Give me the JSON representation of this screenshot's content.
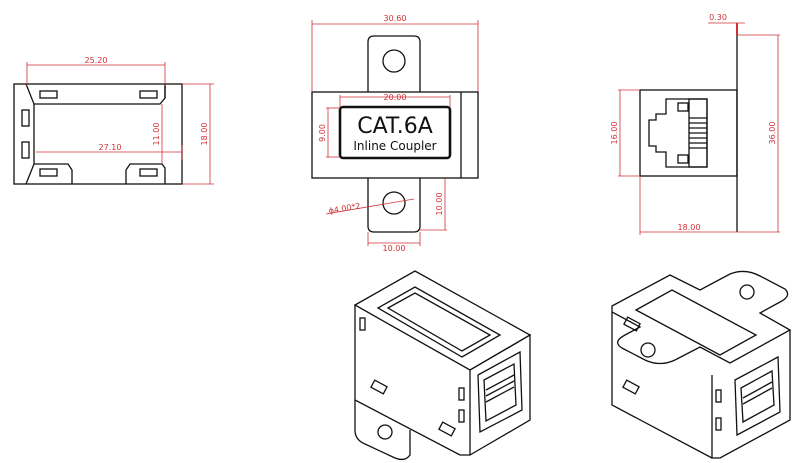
{
  "front_view": {
    "dims": {
      "top_width": "25.20",
      "inner_width": "27.10",
      "inner_height": "11.00",
      "overall_height": "18.00"
    }
  },
  "top_view": {
    "label_title": "CAT.6A",
    "label_subtitle": "Inline Coupler",
    "dims": {
      "overall_width": "30.60",
      "label_width": "20.00",
      "label_height": "9.00",
      "hole": "ϕ4.00*2",
      "tab_length": "10.00",
      "tab_width": "10.00"
    }
  },
  "side_view": {
    "dims": {
      "flange_thickness": "0.30",
      "body_height": "16.00",
      "flange_height": "36.00",
      "body_depth": "18.00"
    }
  },
  "colors": {
    "dimension": "#d03038",
    "outline": "#111111"
  }
}
